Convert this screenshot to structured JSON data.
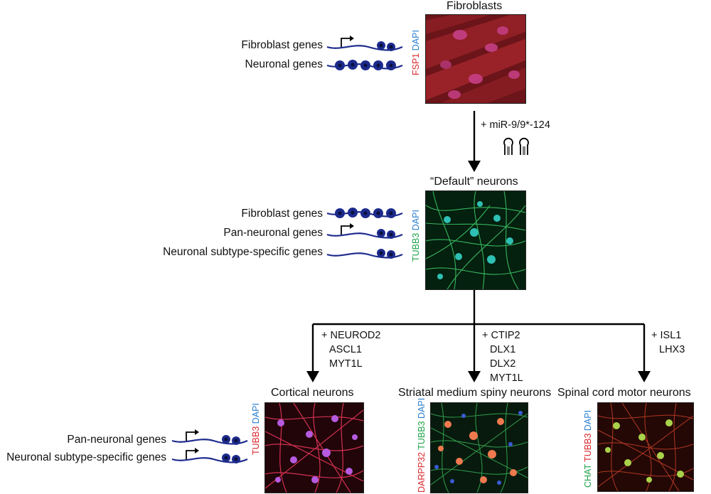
{
  "fibroblasts": {
    "title": "Fibroblasts",
    "stain": [
      {
        "text": "FSP1",
        "color": "#d9262b"
      },
      {
        "text": " DAPI",
        "color": "#2a7fd0"
      }
    ],
    "genes": [
      {
        "label": "Fibroblast genes",
        "state": "active"
      },
      {
        "label": "Neuronal genes",
        "state": "silenced"
      }
    ]
  },
  "step1": {
    "factors": [
      "+ miR-9/9*-124"
    ],
    "hairpin_icon": "mirna-hairpin-icon"
  },
  "default_neurons": {
    "title": "“Default” neurons",
    "stain": [
      {
        "text": "TUBB3",
        "color": "#1fa34a"
      },
      {
        "text": " DAPI",
        "color": "#2a7fd0"
      }
    ],
    "genes": [
      {
        "label": "Fibroblast genes",
        "state": "silenced"
      },
      {
        "label": "Pan-neuronal genes",
        "state": "active"
      },
      {
        "label": "Neuronal subtype-specific genes",
        "state": "poised"
      }
    ]
  },
  "branches": [
    {
      "factors": [
        "+ NEUROD2",
        "ASCL1",
        "MYT1L"
      ],
      "title": "Cortical neurons",
      "stain": [
        {
          "text": "TUBB3",
          "color": "#d9262b"
        },
        {
          "text": " DAPI",
          "color": "#2a7fd0"
        }
      ]
    },
    {
      "factors": [
        "+ CTIP2",
        "DLX1",
        "DLX2",
        "MYT1L"
      ],
      "title": "Striatal medium spiny neurons",
      "stain": [
        {
          "text": "DARPP32",
          "color": "#d9262b"
        },
        {
          "text": " TUBB3",
          "color": "#1fa34a"
        },
        {
          "text": " DAPI",
          "color": "#2a7fd0"
        }
      ]
    },
    {
      "factors": [
        "+ ISL1",
        "LHX3"
      ],
      "title": "Spinal cord motor neurons",
      "stain": [
        {
          "text": "CHAT",
          "color": "#1fa34a"
        },
        {
          "text": " TUBB3",
          "color": "#d9262b"
        },
        {
          "text": " DAPI",
          "color": "#2a7fd0"
        }
      ]
    }
  ],
  "cortical_genes": [
    {
      "label": "Pan-neuronal genes",
      "state": "active"
    },
    {
      "label": "Neuronal subtype-specific genes",
      "state": "active"
    }
  ],
  "colors": {
    "dna": "#1c2a8c",
    "arrow": "#000000"
  }
}
